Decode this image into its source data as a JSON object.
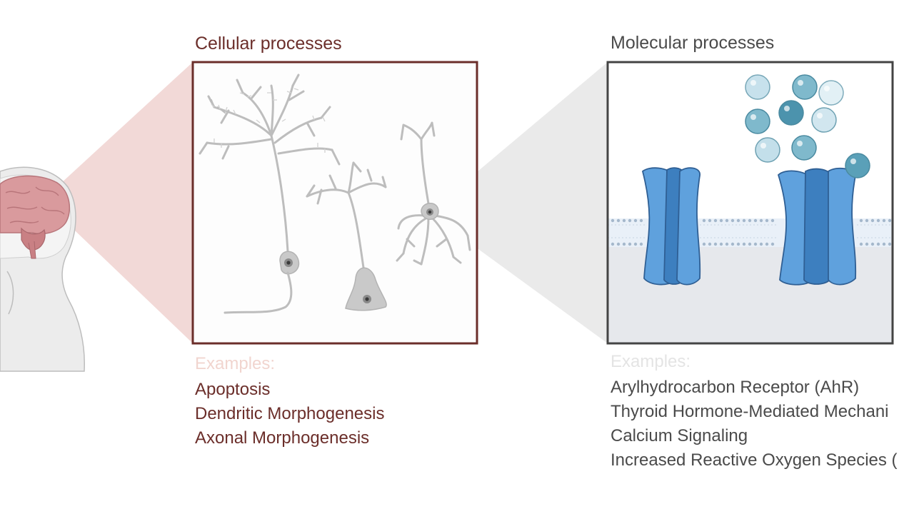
{
  "cellular": {
    "title": "Cellular processes",
    "examples_heading": "Examples:",
    "examples": [
      "Apoptosis",
      "Dendritic Morphogenesis",
      "Axonal Morphogenesis"
    ]
  },
  "molecular": {
    "title": "Molecular processes",
    "examples_heading": "Examples:",
    "examples": [
      "Arylhydrocarbon Receptor (AhR)",
      "Thyroid Hormone-Mediated Mechani",
      "Calcium Signaling",
      "Increased Reactive Oxygen Species ("
    ]
  },
  "colors": {
    "cellular_accent": "#6b2e2a",
    "molecular_accent": "#4a4a4a",
    "neuron": "#c8c8c8",
    "channel": "#5fa1dd",
    "ion": "#7fb9cc"
  },
  "icons": [
    "head-silhouette-icon",
    "brain-icon",
    "neuron-icon",
    "ion-channel-icon",
    "ion-icon",
    "cell-membrane-icon"
  ]
}
